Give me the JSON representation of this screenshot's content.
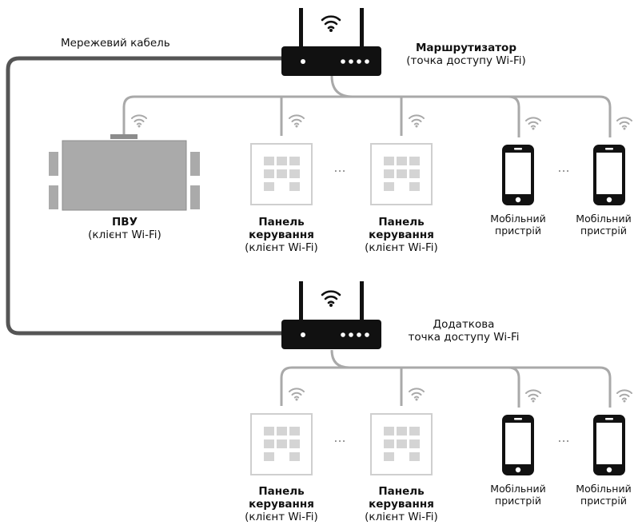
{
  "cable_label": "Мережевий кабель",
  "main_router": {
    "name": "Маршрутизатор",
    "subtitle": "(точка доступу Wi-Fi)"
  },
  "extra_router": {
    "line1": "Додаткова",
    "line2": "точка доступу Wi-Fi"
  },
  "pvu": {
    "name": "ПВУ",
    "subtitle": "(клієнт  Wi-Fi)"
  },
  "panel": {
    "line1": "Панель",
    "line2": "керування",
    "subtitle": "(клієнт  Wi-Fi)"
  },
  "mobile": {
    "line1": "Мобільний",
    "line2": "пристрій"
  },
  "ellipsis": "...",
  "colors": {
    "device_dark": "#111111",
    "cable": "#555555",
    "link_line": "#a9a9a9",
    "pvu_body": "#aaaaaa",
    "panel_button": "#d4d4d4"
  },
  "icons": [
    "wifi-icon",
    "router-icon",
    "ventilation-unit-icon",
    "control-panel-icon",
    "smartphone-icon"
  ]
}
